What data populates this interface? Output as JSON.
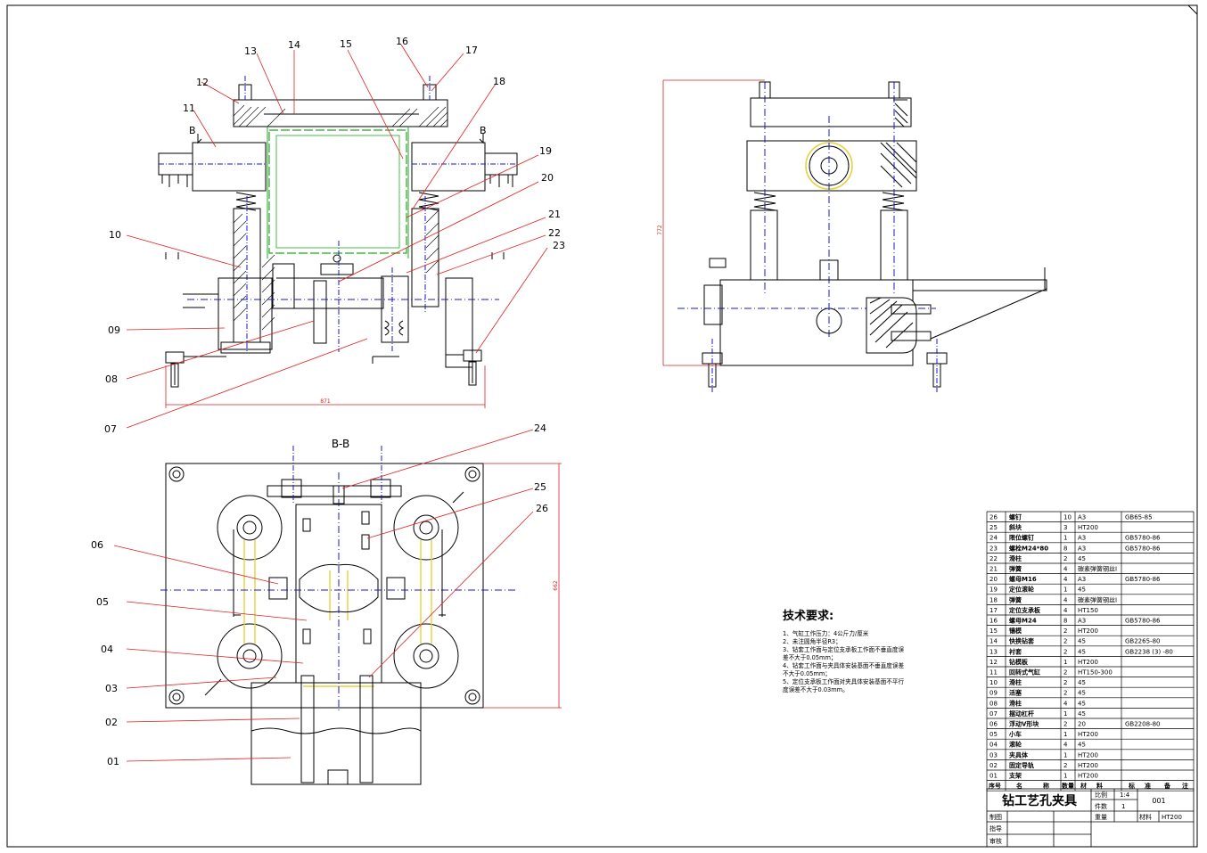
{
  "balloons": [
    "01",
    "02",
    "03",
    "04",
    "05",
    "06",
    "07",
    "08",
    "09",
    "10",
    "11",
    "12",
    "13",
    "14",
    "15",
    "16",
    "17",
    "18",
    "19",
    "20",
    "21",
    "22",
    "23",
    "24",
    "25",
    "26"
  ],
  "section_marks": {
    "left": "B",
    "right": "B",
    "view_title": "B-B"
  },
  "dimensions": {
    "width_front": "871",
    "height_side": "772",
    "height_plan": "662"
  },
  "tech_title": "技术要求:",
  "tech_lines": [
    "1、气缸工作压力：4公斤力/厘米",
    "2、未注圆角半径R3；",
    "3、钻套工作面与定位支承板工作面不垂直度误",
    "差不大于0.05mm；",
    "4、钻套工作面与夹具体安装基面不垂直度误差",
    "不大于0.05mm；",
    "5、定位支承板工作面对夹具体安装基面不平行",
    "度误差不大于0.03mm。"
  ],
  "bom_rows": [
    {
      "no": "26",
      "name": "螺钉",
      "qty": "10",
      "mat": "A3",
      "std": "GB65-85"
    },
    {
      "no": "25",
      "name": "斜块",
      "qty": "3",
      "mat": "HT200",
      "std": ""
    },
    {
      "no": "24",
      "name": "限位螺钉",
      "qty": "1",
      "mat": "A3",
      "std": "GB5780-86"
    },
    {
      "no": "23",
      "name": "螺栓M24*80",
      "qty": "8",
      "mat": "A3",
      "std": "GB5780-86"
    },
    {
      "no": "22",
      "name": "滑柱",
      "qty": "2",
      "mat": "45",
      "std": ""
    },
    {
      "no": "21",
      "name": "弹簧",
      "qty": "4",
      "mat": "碳素弹簧钢丝Ⅰ",
      "std": ""
    },
    {
      "no": "20",
      "name": "螺母M16",
      "qty": "4",
      "mat": "A3",
      "std": "GB5780-86"
    },
    {
      "no": "19",
      "name": "定位滚轮",
      "qty": "1",
      "mat": "45",
      "std": ""
    },
    {
      "no": "18",
      "name": "弹簧",
      "qty": "4",
      "mat": "碳素弹簧钢丝Ⅰ",
      "std": ""
    },
    {
      "no": "17",
      "name": "定位支承板",
      "qty": "4",
      "mat": "HT150",
      "std": ""
    },
    {
      "no": "16",
      "name": "螺母M24",
      "qty": "8",
      "mat": "A3",
      "std": "GB5780-86"
    },
    {
      "no": "15",
      "name": "镶模",
      "qty": "2",
      "mat": "HT200",
      "std": ""
    },
    {
      "no": "14",
      "name": "快换钻套",
      "qty": "2",
      "mat": "45",
      "std": "GB2265-80"
    },
    {
      "no": "13",
      "name": "衬套",
      "qty": "2",
      "mat": "45",
      "std": "GB2238 (3) -80"
    },
    {
      "no": "12",
      "name": "钻模板",
      "qty": "1",
      "mat": "HT200",
      "std": ""
    },
    {
      "no": "11",
      "name": "回转式气缸",
      "qty": "2",
      "mat": "HT150-300",
      "std": ""
    },
    {
      "no": "10",
      "name": "滑柱",
      "qty": "2",
      "mat": "45",
      "std": ""
    },
    {
      "no": "09",
      "name": "活塞",
      "qty": "2",
      "mat": "45",
      "std": ""
    },
    {
      "no": "08",
      "name": "滑柱",
      "qty": "4",
      "mat": "45",
      "std": ""
    },
    {
      "no": "07",
      "name": "摆动杠杆",
      "qty": "1",
      "mat": "45",
      "std": ""
    },
    {
      "no": "06",
      "name": "浮动V形块",
      "qty": "2",
      "mat": "20",
      "std": "GB2208-80"
    },
    {
      "no": "05",
      "name": "小车",
      "qty": "1",
      "mat": "HT200",
      "std": ""
    },
    {
      "no": "04",
      "name": "滚轮",
      "qty": "4",
      "mat": "45",
      "std": ""
    },
    {
      "no": "03",
      "name": "夹具体",
      "qty": "1",
      "mat": "HT200",
      "std": ""
    },
    {
      "no": "02",
      "name": "固定导轨",
      "qty": "2",
      "mat": "HT200",
      "std": ""
    },
    {
      "no": "01",
      "name": "支架",
      "qty": "1",
      "mat": "HT200",
      "std": ""
    }
  ],
  "bom_header": {
    "no": "序号",
    "name1": "名",
    "name2": "称",
    "qty": "数量",
    "mat1": "材",
    "mat2": "料",
    "std1": "标",
    "std2": "准",
    "note1": "备",
    "note2": "注"
  },
  "title_block": {
    "title": "钻工艺孔夹具",
    "scale_label": "比例",
    "scale": "1:4",
    "count_label": "件数",
    "count": "1",
    "drawing_no": "001",
    "weight_label": "重量",
    "material_label": "材料",
    "material": "HT200",
    "made_by": "制图",
    "checked_by": "指导",
    "approved_by": "审核"
  },
  "colors": {
    "line": "#000000",
    "leader": "#e02020",
    "dim": "#d42020",
    "center": "#1a1acc",
    "part_outline": "#22aa22",
    "yellow": "#e6d23a"
  }
}
